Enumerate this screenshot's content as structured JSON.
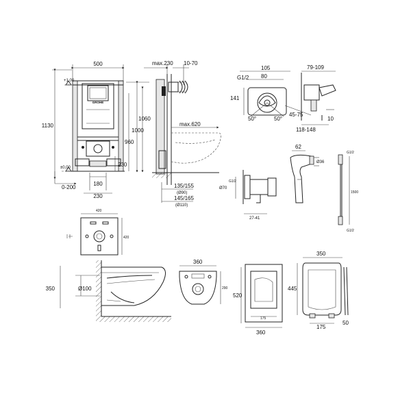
{
  "brand_logo": "GROHE",
  "frame_view": {
    "width_top": "500",
    "height_total": "1130",
    "top_plus": "+1,00",
    "floor_mark": "±0,00",
    "offset_range": "0-200",
    "flush_height": "1060",
    "mid_height": "1000",
    "low_height": "960",
    "pipe_height": "230",
    "bottom_180": "180",
    "bottom_230": "230"
  },
  "side_view": {
    "max_depth": "max.230",
    "range_top": "10-70",
    "max_bowl": "max.620",
    "dim_135_155": "135/155",
    "dia_90": "(Ø90)",
    "dim_145_165": "145/165",
    "dia_110": "(Ø110)"
  },
  "mixer_view": {
    "thread_left": "G1/2",
    "dim_105": "105",
    "dim_80": "80",
    "dim_141": "141",
    "angle_left": "50°",
    "angle_right": "50°",
    "dim_45_75": "45-75",
    "range_79_109": "79-109",
    "dim_10": "10",
    "range_118_148": "118-148"
  },
  "hygienic_shower": {
    "dim_62": "62",
    "dia_36": "Ø36",
    "dia_70": "Ø70",
    "thread_g12": "G1/2",
    "dim_27_41": "27-41",
    "hose_thread_top": "G1/2",
    "hose_length": "1500",
    "hose_thread_bottom": "G1/2"
  },
  "plate_view": {
    "width": "420",
    "height": "420"
  },
  "bowl_side": {
    "height": "350",
    "outlet_dia": "Ø100"
  },
  "bowl_top": {
    "width": "360",
    "depth": "290"
  },
  "bowl_front": {
    "height": "520",
    "inner": "175",
    "width": "360"
  },
  "seat_view": {
    "width": "350",
    "height": "445",
    "hinge": "175",
    "depth": "50"
  }
}
